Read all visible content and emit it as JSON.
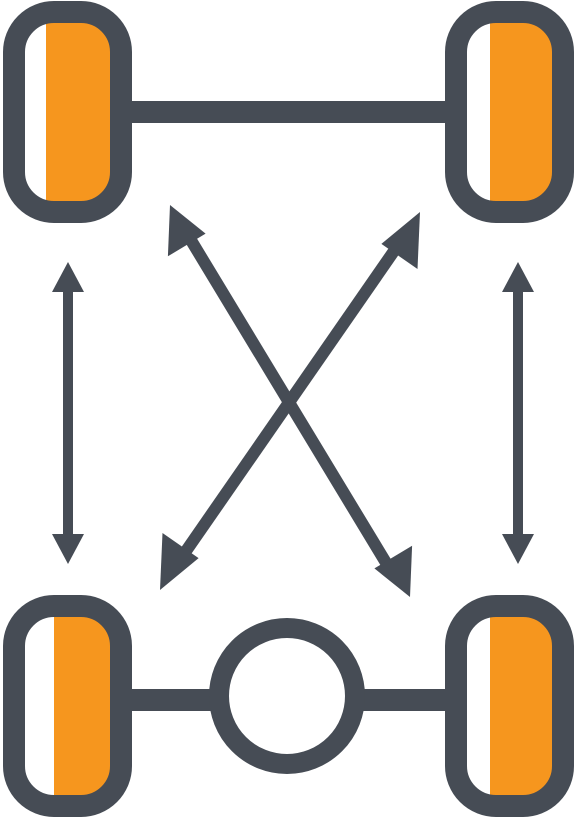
{
  "diagram": {
    "type": "tire-rotation-icon",
    "colors": {
      "stroke": "#464c55",
      "tire_fill": "#f6961e",
      "background": "#ffffff"
    },
    "tires": [
      {
        "position": "front-left"
      },
      {
        "position": "front-right"
      },
      {
        "position": "rear-left"
      },
      {
        "position": "rear-right"
      }
    ],
    "axles": [
      {
        "position": "front",
        "style": "straight-bar"
      },
      {
        "position": "rear",
        "style": "bar-with-differential"
      }
    ],
    "rotation_arrows": [
      {
        "from": "front-left",
        "to": "rear-left",
        "style": "double-headed-vertical"
      },
      {
        "from": "front-right",
        "to": "rear-right",
        "style": "double-headed-vertical"
      },
      {
        "from": "front-left",
        "to": "rear-right",
        "style": "double-headed-diagonal"
      },
      {
        "from": "front-right",
        "to": "rear-left",
        "style": "double-headed-diagonal"
      }
    ]
  }
}
